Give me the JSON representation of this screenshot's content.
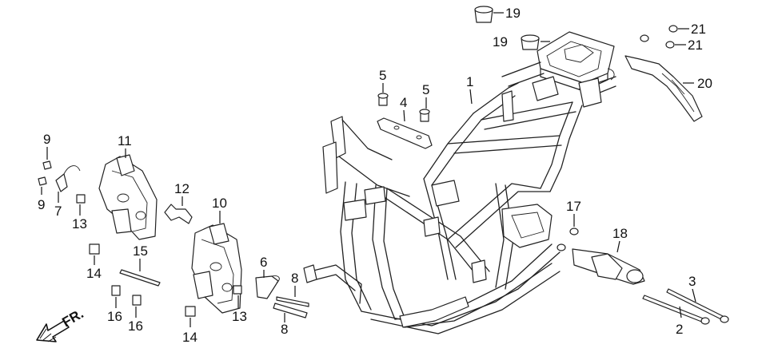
{
  "diagram": {
    "part_labels": [
      {
        "id": "p1",
        "text": "1"
      },
      {
        "id": "p2",
        "text": "2"
      },
      {
        "id": "p3",
        "text": "3"
      },
      {
        "id": "p4",
        "text": "4"
      },
      {
        "id": "p5a",
        "text": "5"
      },
      {
        "id": "p5b",
        "text": "5"
      },
      {
        "id": "p6",
        "text": "6"
      },
      {
        "id": "p7",
        "text": "7"
      },
      {
        "id": "p8a",
        "text": "8"
      },
      {
        "id": "p8b",
        "text": "8"
      },
      {
        "id": "p9a",
        "text": "9"
      },
      {
        "id": "p9b",
        "text": "9"
      },
      {
        "id": "p10",
        "text": "10"
      },
      {
        "id": "p11",
        "text": "11"
      },
      {
        "id": "p12",
        "text": "12"
      },
      {
        "id": "p13a",
        "text": "13"
      },
      {
        "id": "p13b",
        "text": "13"
      },
      {
        "id": "p14a",
        "text": "14"
      },
      {
        "id": "p14b",
        "text": "14"
      },
      {
        "id": "p15",
        "text": "15"
      },
      {
        "id": "p16a",
        "text": "16"
      },
      {
        "id": "p16b",
        "text": "16"
      },
      {
        "id": "p17",
        "text": "17"
      },
      {
        "id": "p18",
        "text": "18"
      },
      {
        "id": "p19a",
        "text": "19"
      },
      {
        "id": "p19b",
        "text": "19"
      },
      {
        "id": "p20",
        "text": "20"
      },
      {
        "id": "p21a",
        "text": "21"
      },
      {
        "id": "p21b",
        "text": "21"
      }
    ],
    "direction_label": "FR."
  }
}
